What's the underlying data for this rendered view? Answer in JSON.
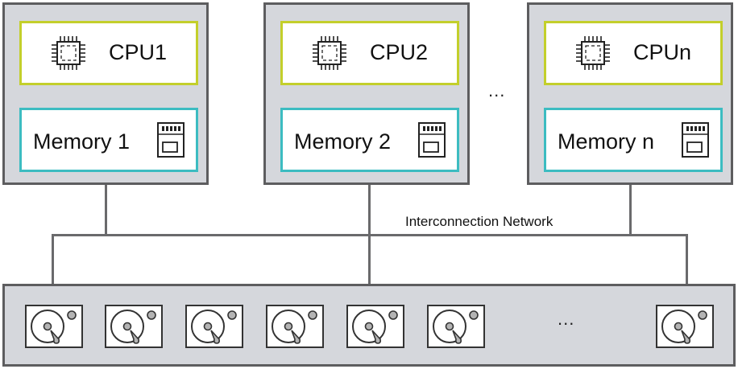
{
  "nodes": [
    {
      "cpu": "CPU1",
      "memory": "Memory 1"
    },
    {
      "cpu": "CPU2",
      "memory": "Memory 2"
    },
    {
      "cpu": "CPUn",
      "memory": "Memory n"
    }
  ],
  "node_ellipsis": "...",
  "network_label": "Interconnection Network",
  "disk_ellipsis": "...",
  "colors": {
    "cpu_border": "#c3cf2b",
    "memory_border": "#3cbcc1",
    "panel_fill": "#d5d7dc",
    "panel_border": "#5d5d5f",
    "line": "#6a6a6c"
  },
  "icons": {
    "cpu": "cpu-chip-icon",
    "memory": "sd-card-icon",
    "disk": "hard-disk-icon"
  },
  "disk_count": 7
}
